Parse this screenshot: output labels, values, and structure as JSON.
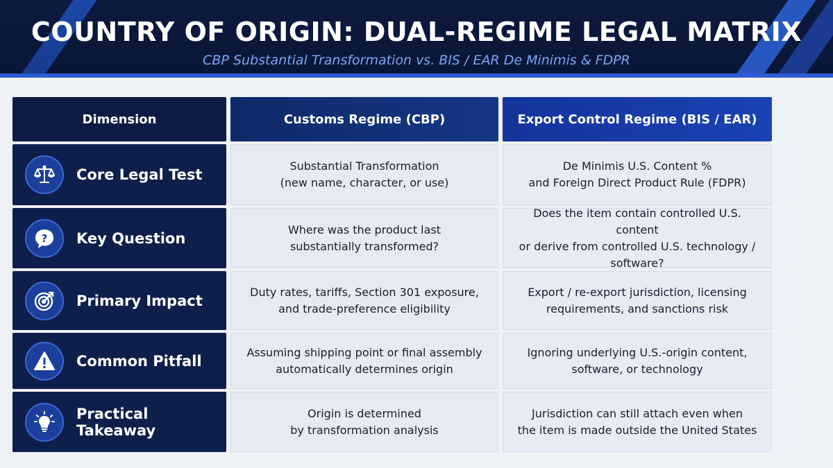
{
  "header": {
    "title": "COUNTRY OF ORIGIN: DUAL-REGIME LEGAL MATRIX",
    "subtitle": "CBP Substantial Transformation vs. BIS / EAR De Minimis & FDPR"
  },
  "columns": {
    "dimension": "Dimension",
    "cbp": "Customs Regime (CBP)",
    "ear": "Export Control Regime (BIS / EAR)"
  },
  "rows": [
    {
      "icon": "scales-icon",
      "label": "Core Legal Test",
      "cbp": "Substantial Transformation\n(new name, character, or use)",
      "ear": "De Minimis U.S. Content %\nand Foreign Direct Product Rule (FDPR)"
    },
    {
      "icon": "question-bubble-icon",
      "label": "Key Question",
      "cbp": "Where was the product last\nsubstantially transformed?",
      "ear": "Does the item contain controlled U.S. content\nor derive from controlled U.S. technology / software?"
    },
    {
      "icon": "target-icon",
      "label": "Primary Impact",
      "cbp": "Duty rates, tariffs, Section 301 exposure,\nand trade-preference eligibility",
      "ear": "Export / re-export jurisdiction, licensing\nrequirements, and sanctions risk"
    },
    {
      "icon": "warning-icon",
      "label": "Common Pitfall",
      "cbp": "Assuming shipping point or final assembly\nautomatically determines origin",
      "ear": "Ignoring underlying U.S.-origin content,\nsoftware, or technology"
    },
    {
      "icon": "lightbulb-icon",
      "label": "Practical Takeaway",
      "cbp": "Origin is determined\nby transformation analysis",
      "ear": "Jurisdiction can still attach even when\nthe item is made outside the United States"
    }
  ]
}
